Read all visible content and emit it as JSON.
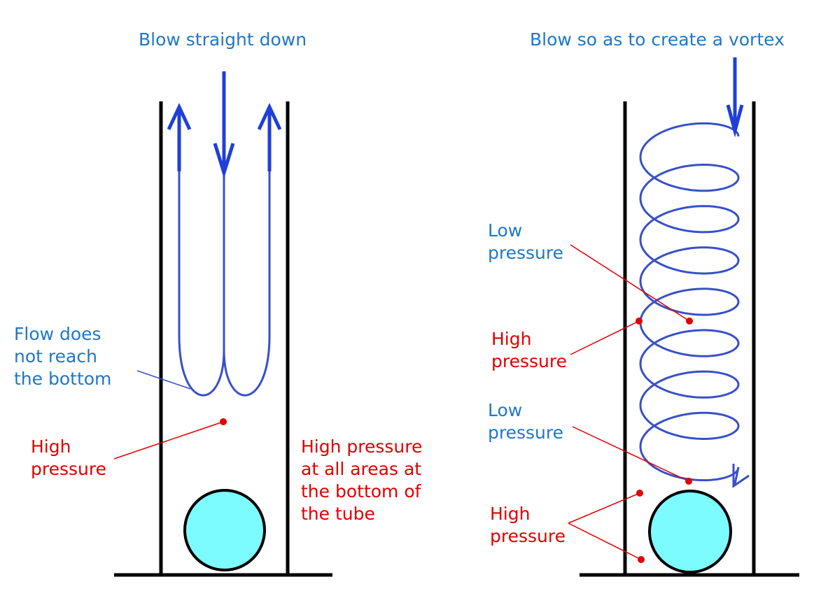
{
  "colors": {
    "tube": "#000000",
    "flow": "#3850c8",
    "arrow": "#1f3fd8",
    "ball_fill": "#7dfcff",
    "caption_blue": "#1f77c8",
    "label_red": "#e00000",
    "marker_red": "#e00000"
  },
  "left": {
    "title": "Blow straight down",
    "flow_note": [
      "Flow does",
      "not reach",
      "the bottom"
    ],
    "pressure_label": [
      "High",
      "pressure"
    ],
    "bottom_note": [
      "High pressure",
      "at all areas at",
      "the bottom of",
      "the tube"
    ]
  },
  "right": {
    "title": "Blow so as to create a vortex",
    "low_label_1": [
      "Low",
      "pressure"
    ],
    "high_label_1": [
      "High",
      "pressure"
    ],
    "low_label_2": [
      "Low",
      "pressure"
    ],
    "high_label_2": [
      "High",
      "pressure"
    ]
  }
}
